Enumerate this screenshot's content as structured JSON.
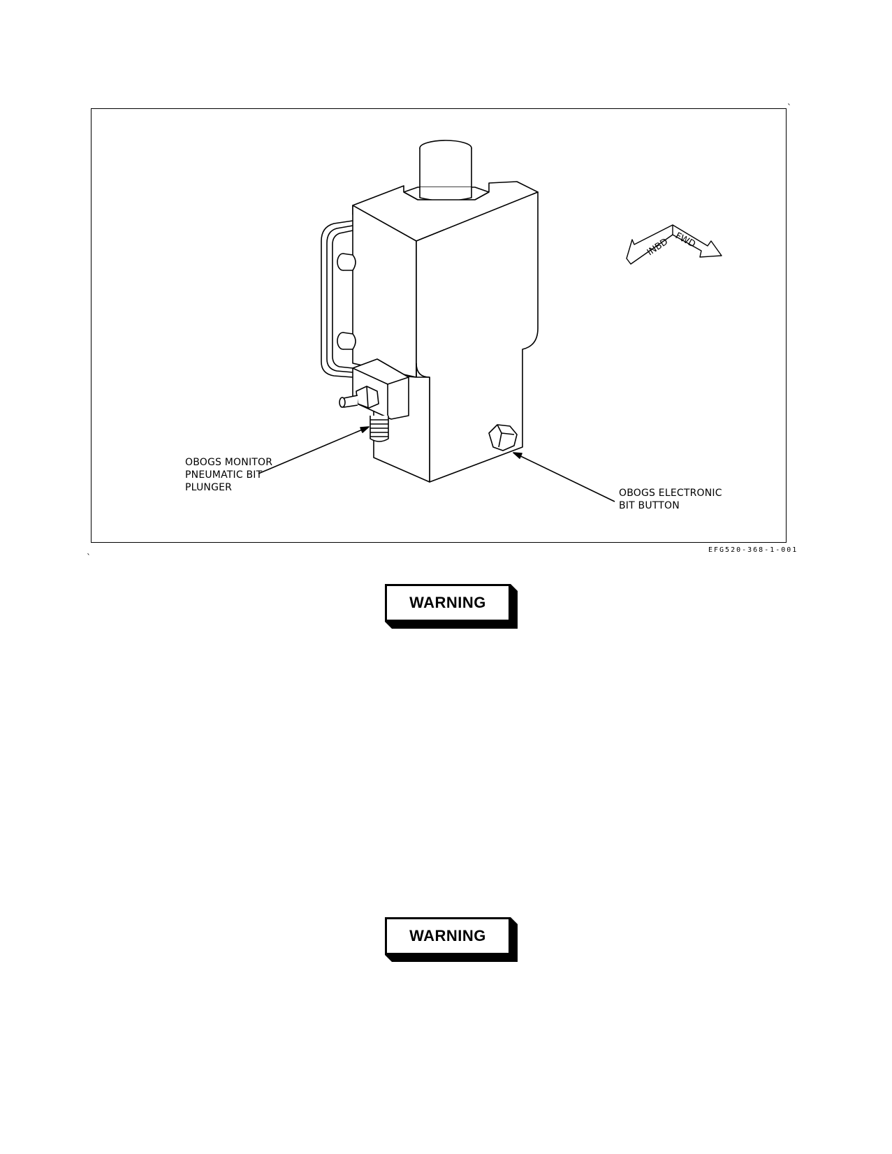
{
  "figure": {
    "callouts": {
      "pneumatic_bit": "OBOGS MONITOR\nPNEUMATIC BIT\nPLUNGER",
      "electronic_bit": "OBOGS ELECTRONIC\nBIT BUTTON"
    },
    "direction_arrow": {
      "left_label": "INBD",
      "right_label": "FWD"
    },
    "figure_id": "EFG520-368-1-001",
    "stray_marks": [
      "`",
      "`"
    ]
  },
  "warnings": [
    {
      "label": "WARNING"
    },
    {
      "label": "WARNING"
    }
  ]
}
